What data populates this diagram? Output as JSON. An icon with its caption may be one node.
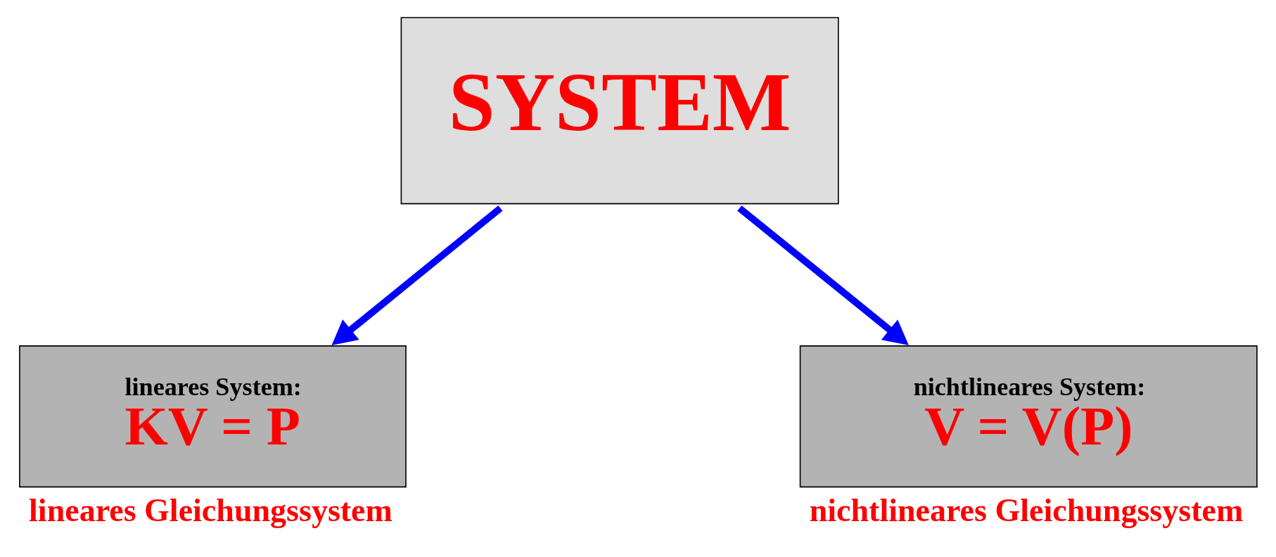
{
  "diagram": {
    "nodes": [
      {
        "text": [
          "SYSTEM"
        ]
      },
      {
        "text": [
          "lineares System:",
          "KV = P"
        ],
        "beside": [
          "lineares Gleichungssystem"
        ]
      },
      {
        "text": [
          "nichtlineares System:",
          "V = V(P)"
        ],
        "beside": [
          "nichtlineares Gleichungssystem"
        ]
      }
    ],
    "edges": [
      {
        "from": 0,
        "to": 1,
        "arrow": "to"
      },
      {
        "from": 0,
        "to": 2,
        "arrow": "to"
      }
    ]
  }
}
